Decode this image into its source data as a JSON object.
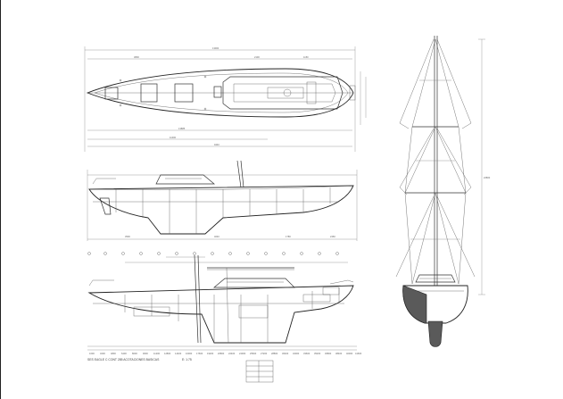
{
  "drawing": {
    "caption": "SES EAGLE C CONT 285 ACOTACIONES BASICAS",
    "scale_label": "E: 1:75"
  },
  "plan_view": {
    "dimension_labels": [
      "13000",
      "3800",
      "2100",
      "1150",
      "13885",
      "11000",
      "9440"
    ]
  },
  "profile_view": {
    "dimension_labels": [
      "3500",
      "4040",
      "1780",
      "2460"
    ]
  },
  "section_view": {
    "station_labels": [
      "1600",
      "3200",
      "4800",
      "6400",
      "8000",
      "9600",
      "11200",
      "12800",
      "14400",
      "16000",
      "17600",
      "19200",
      "20800",
      "22400",
      "24000",
      "25600",
      "27200",
      "28800",
      "30400",
      "32000",
      "33600",
      "35200",
      "36800",
      "38400",
      "40000",
      "41600"
    ]
  },
  "sail_plan": {
    "height_label": "22800"
  },
  "colors": {
    "background": "#ffffff",
    "line": "#333333",
    "keel_fill": "#5a5a5a"
  }
}
